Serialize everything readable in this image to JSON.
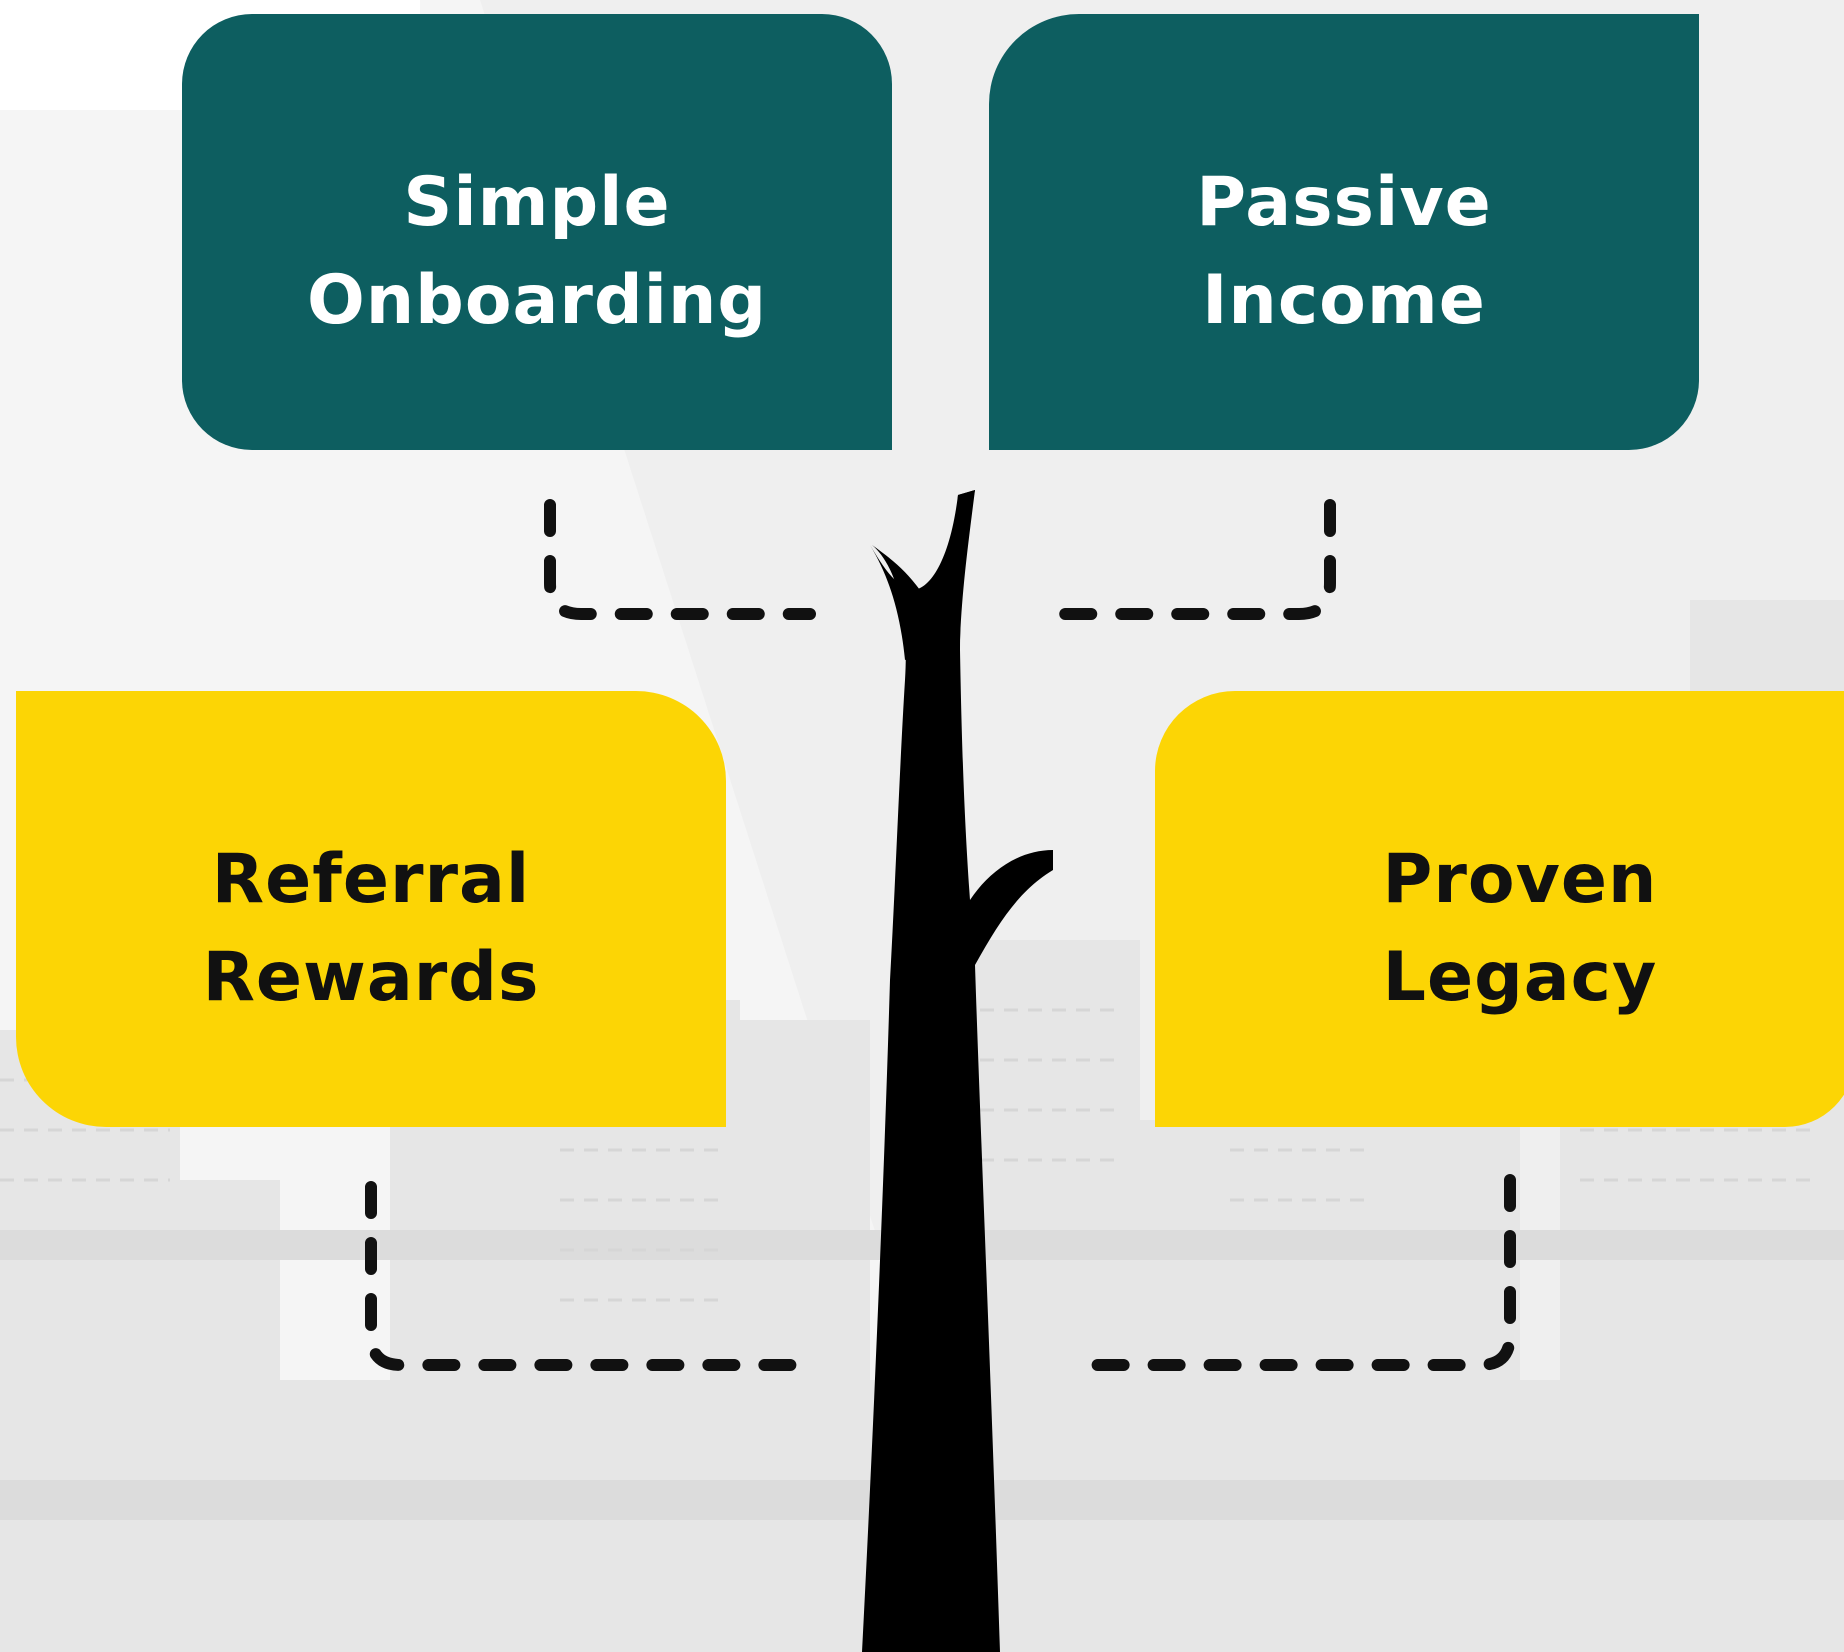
{
  "colors": {
    "teal": "#0d5e60",
    "yellow": "#fcd505",
    "trunk": "#000000",
    "background": "#f4f4f4"
  },
  "cards": {
    "top_left": {
      "line1": "Simple",
      "line2": "Onboarding"
    },
    "top_right": {
      "line1": "Passive",
      "line2": "Income"
    },
    "bottom_left": {
      "line1": "Referral",
      "line2": "Rewards"
    },
    "bottom_right": {
      "line1": "Proven",
      "line2": "Legacy"
    }
  }
}
